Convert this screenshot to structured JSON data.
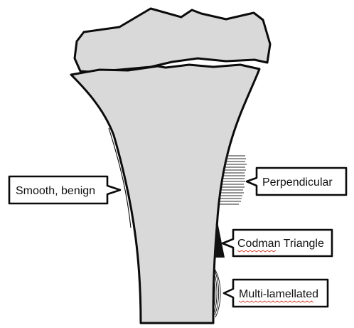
{
  "callouts": {
    "smooth": "Smooth, benign",
    "perpendicular": "Perpendicular",
    "codman": "Codman Triangle",
    "multilamellated": "Multi-lamellated"
  },
  "colors": {
    "bone_fill": "#d9d9d9",
    "outline": "#0b0b0b",
    "callout_fill": "#ffffff",
    "spellcheck_underline": "#d23a2a"
  }
}
